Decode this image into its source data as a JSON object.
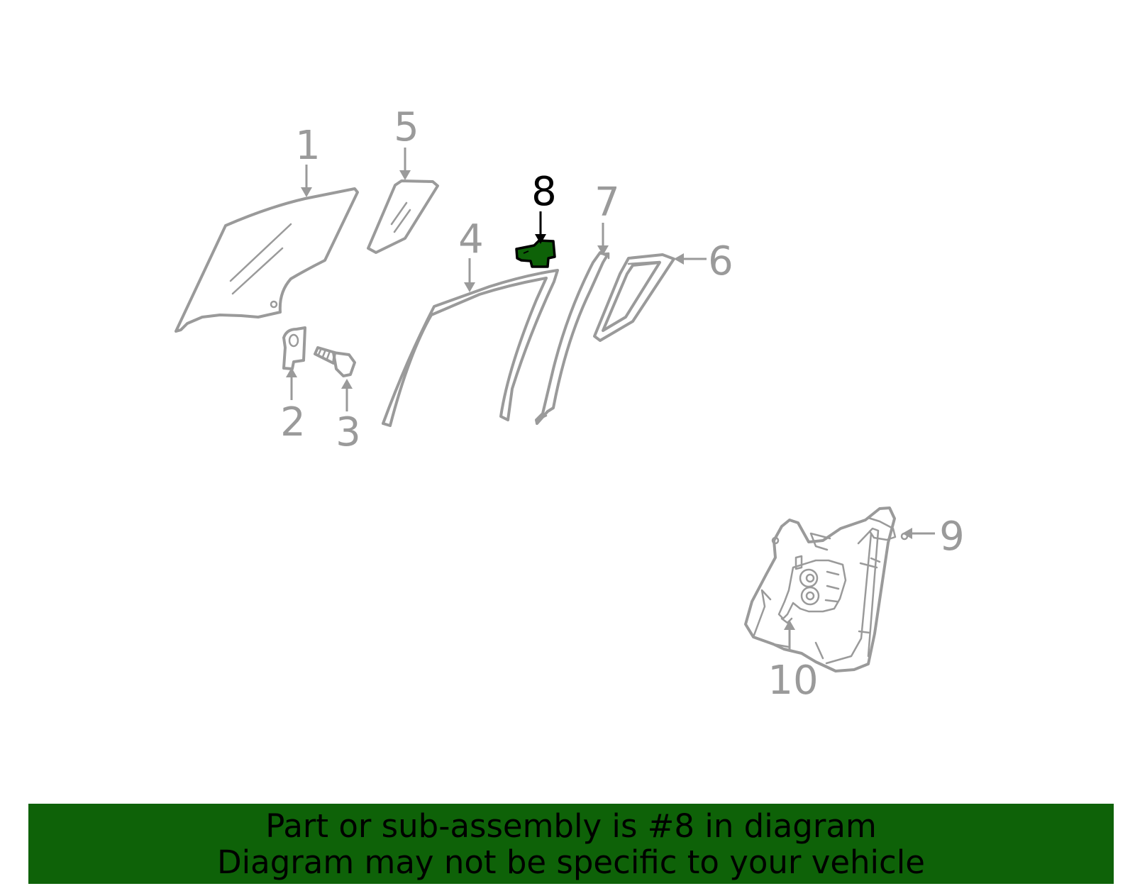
{
  "highlight_color": "#0e6208",
  "part_color": "#9a9a9a",
  "callouts": [
    {
      "id": "1",
      "label": "1",
      "highlighted": false
    },
    {
      "id": "2",
      "label": "2",
      "highlighted": false
    },
    {
      "id": "3",
      "label": "3",
      "highlighted": false
    },
    {
      "id": "4",
      "label": "4",
      "highlighted": false
    },
    {
      "id": "5",
      "label": "5",
      "highlighted": false
    },
    {
      "id": "6",
      "label": "6",
      "highlighted": false
    },
    {
      "id": "7",
      "label": "7",
      "highlighted": false
    },
    {
      "id": "8",
      "label": "8",
      "highlighted": true
    },
    {
      "id": "9",
      "label": "9",
      "highlighted": false
    },
    {
      "id": "10",
      "label": "10",
      "highlighted": false
    }
  ],
  "banner": {
    "line1": "Part or sub-assembly is #8 in diagram",
    "line2": "Diagram may not be specific to your vehicle"
  }
}
